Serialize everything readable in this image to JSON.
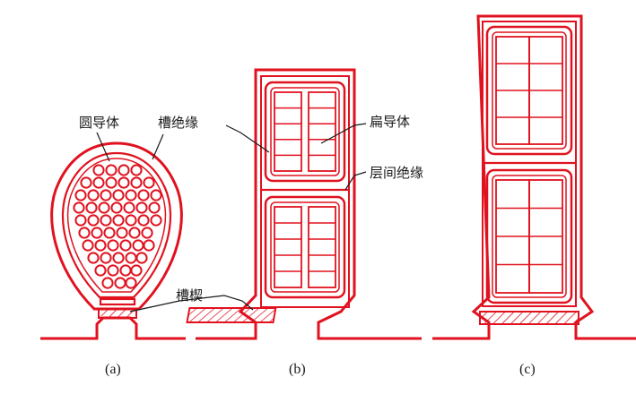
{
  "colors": {
    "stroke": "#e0121f",
    "text": "#1a1a1a",
    "background": "#ffffff"
  },
  "labels": {
    "round_conductor": "圆导体",
    "slot_insulation": "槽绝缘",
    "flat_conductor": "扁导体",
    "interlayer_insulation": "层间绝缘",
    "slot_wedge": "槽楔"
  },
  "captions": {
    "a": "(a)",
    "b": "(b)",
    "c": "(c)"
  }
}
